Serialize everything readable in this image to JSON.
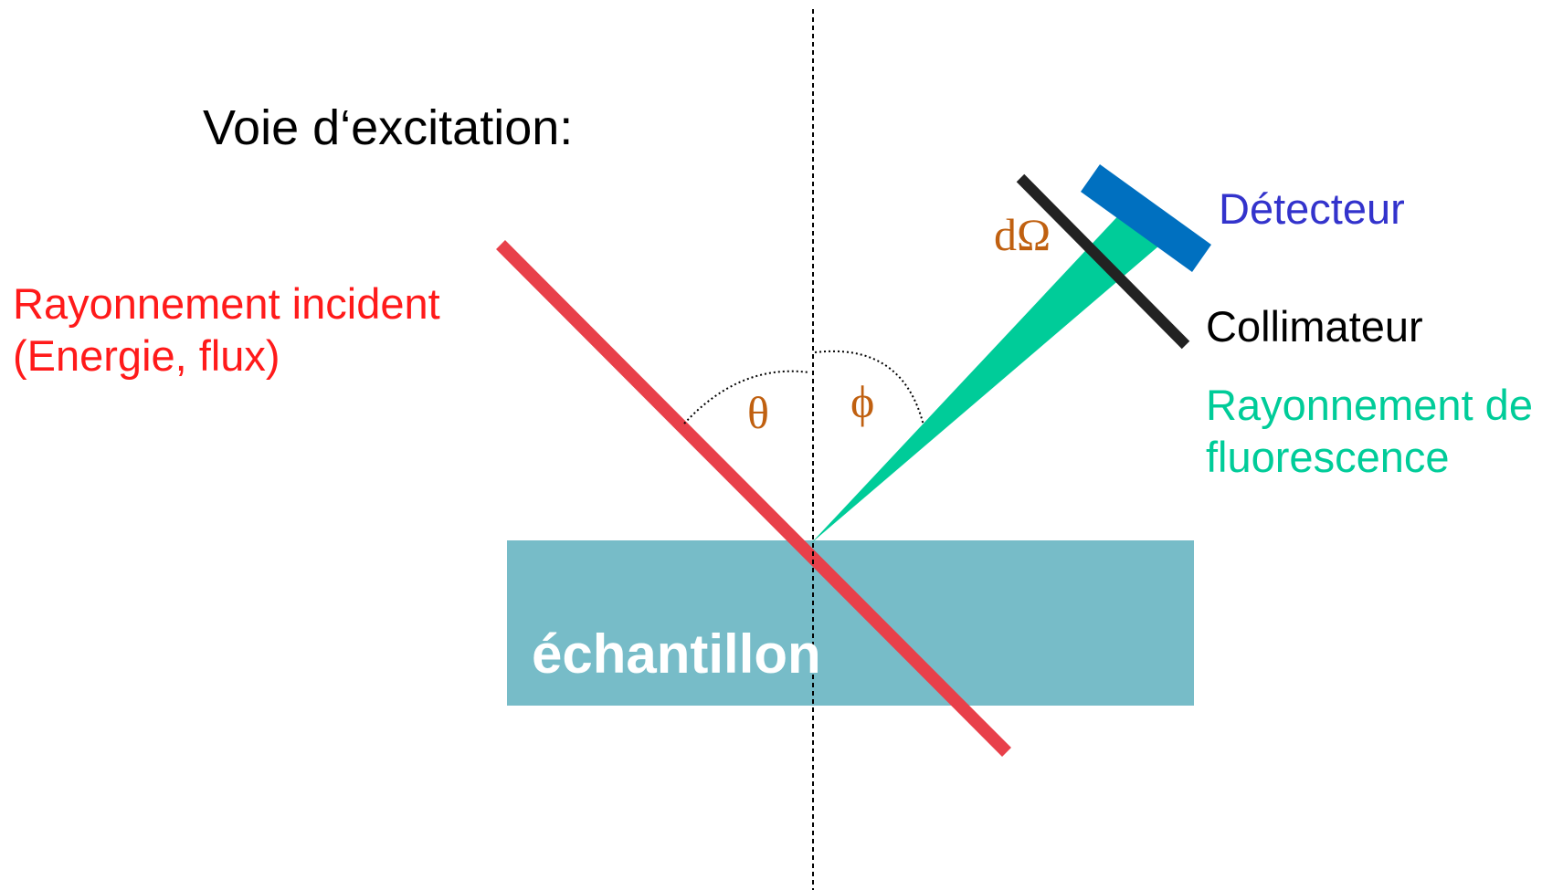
{
  "title": "Voie d‘excitation:",
  "labels": {
    "incident_line1": "Rayonnement incident",
    "incident_line2": "(Energie, flux)",
    "sample": "échantillon",
    "theta": "θ",
    "phi": "ϕ",
    "solid_angle": "dΩ",
    "detector": "Détecteur",
    "collimator": "Collimateur",
    "fluorescence_line1": "Rayonnement de",
    "fluorescence_line2": "fluorescence"
  },
  "colors": {
    "incident": "#e8404a",
    "incident_text": "#ff1a1a",
    "sample": "#77bcc8",
    "sample_text": "#ffffff",
    "fluorescence": "#00cc99",
    "detector": "#0070c0",
    "detector_text": "#3333cc",
    "collimator": "#222222",
    "angle_text": "#c06010",
    "text": "#000000"
  }
}
